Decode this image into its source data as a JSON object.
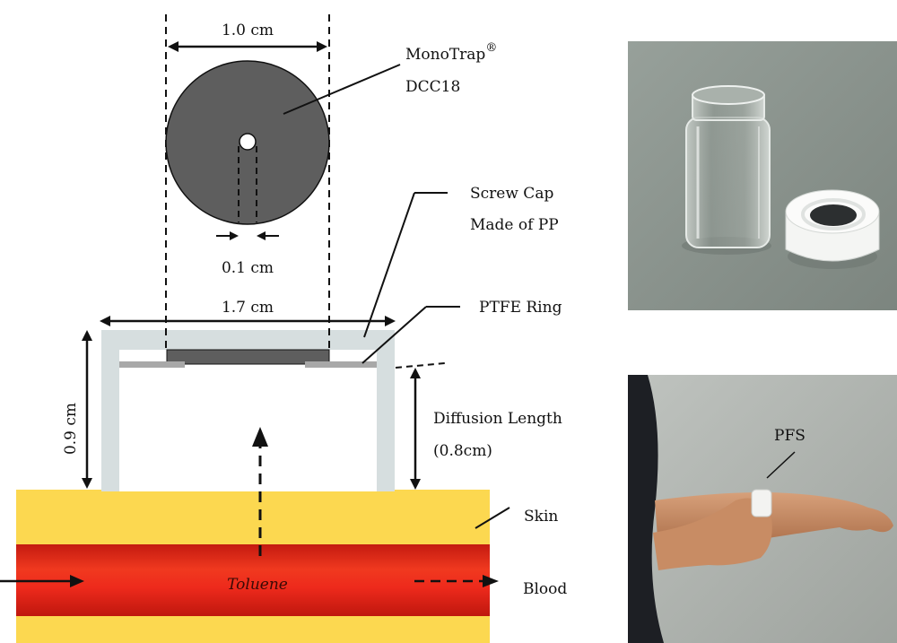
{
  "disc": {
    "width_label": "1.0 cm",
    "name_line1": "MonoTrap",
    "name_reg": "®",
    "name_line2": "DCC18",
    "hole_label": "0.1 cm"
  },
  "cap": {
    "width_label": "1.7 cm",
    "height_label": "0.9 cm",
    "name_line1": "Screw Cap",
    "name_line2": "Made of PP",
    "ring_label": "PTFE Ring",
    "diffusion_line1": "Diffusion Length",
    "diffusion_line2": "(0.8cm)"
  },
  "tissue": {
    "skin_label": "Skin",
    "blood_label": "Blood",
    "toluene_label": "Toluene"
  },
  "photos": {
    "arm_label": "PFS"
  },
  "colors": {
    "disc_fill": "#5e5e5e",
    "cap_wall": "#d6dedf",
    "ptfe_ring": "#a8a8a8",
    "skin": "#fcd850",
    "blood": "#ee2a1c",
    "blood_edge": "#c41a10"
  }
}
